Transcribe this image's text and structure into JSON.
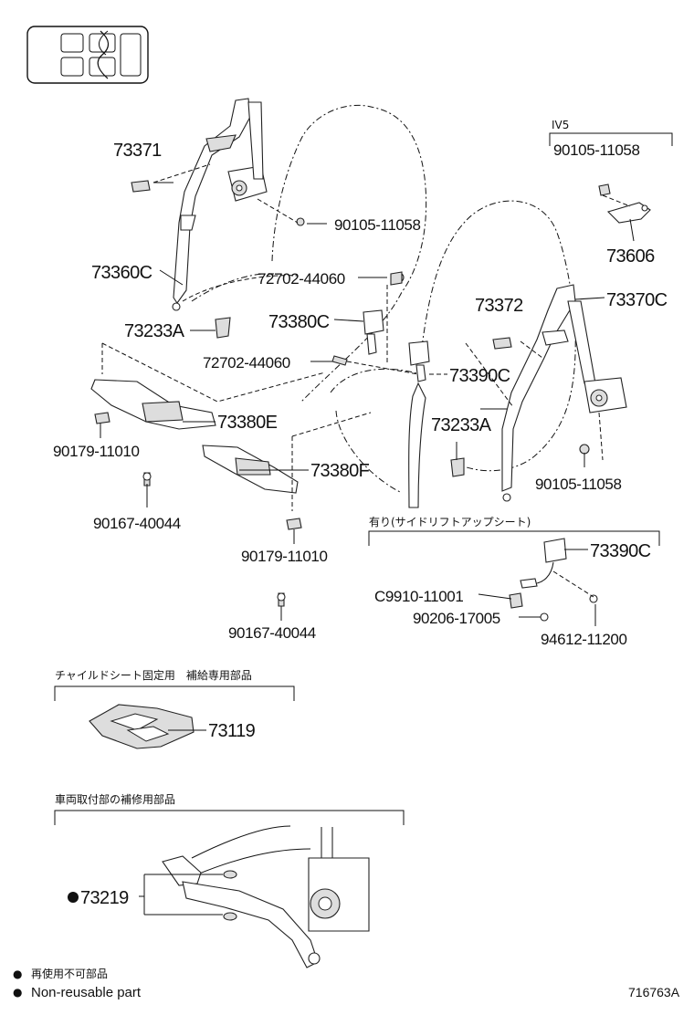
{
  "parts": {
    "p73371": "73371",
    "p90105_a": "90105-11058",
    "p73360C": "73360C",
    "p72702_a": "72702-44060",
    "p73233A_l": "73233A",
    "p73380C": "73380C",
    "p72702_b": "72702-44060",
    "p73380E": "73380E",
    "p90179_a": "90179-11010",
    "p90167_a": "90167-40044",
    "p73380F": "73380F",
    "p90179_b": "90179-11010",
    "p90167_b": "90167-40044",
    "p73372": "73372",
    "p73370C": "73370C",
    "p73390C_a": "73390C",
    "p73233A_r": "73233A",
    "p90105_b": "90105-11058",
    "p90105_c": "90105-11058",
    "p73606": "73606",
    "p73390C_b": "73390C",
    "pC9910": "C9910-11001",
    "p90206": "90206-17005",
    "p94612": "94612-11200",
    "p73119": "73119",
    "p73219": "73219"
  },
  "labels": {
    "iv5": "IV5",
    "with_side_lift_seat": "有り(サイドリフトアップシート)",
    "child_seat_supply": "チャイルドシート固定用　補給専用部品",
    "vehicle_mount_repair": "車両取付部の補修用部品",
    "legend_jp": "再使用不可部品",
    "legend_en": "Non-reusable part",
    "bullet": "●",
    "diagram_code": "716763A"
  }
}
